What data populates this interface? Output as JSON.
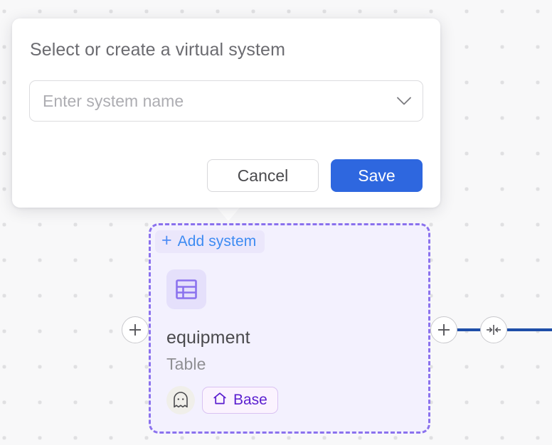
{
  "canvas": {
    "background_color": "#f8f8f9",
    "dot_color": "#e0e0e2"
  },
  "dialog": {
    "title": "Select or create a virtual system",
    "input": {
      "value": "",
      "placeholder": "Enter system name",
      "chevron_icon": "chevron-down-icon"
    },
    "buttons": {
      "cancel_label": "Cancel",
      "save_label": "Save",
      "save_color": "#2e67df"
    }
  },
  "node": {
    "add_system_label": "Add system",
    "add_system_plus": "+",
    "add_system_color": "#3d8bf2",
    "type_icon": "table-icon",
    "title": "equipment",
    "subtitle": "Table",
    "avatar_icon": "ghost-icon",
    "badge": {
      "label": "Base",
      "icon": "home-icon",
      "color": "#5b1fcf"
    },
    "border_color": "#8b72ee",
    "fill_color": "#f3f1fe"
  },
  "handles": {
    "left_icon": "plus-icon",
    "right_icon": "plus-icon",
    "merge_icon": "collapse-horizontal-icon",
    "edge_color": "#1f4ea8"
  }
}
